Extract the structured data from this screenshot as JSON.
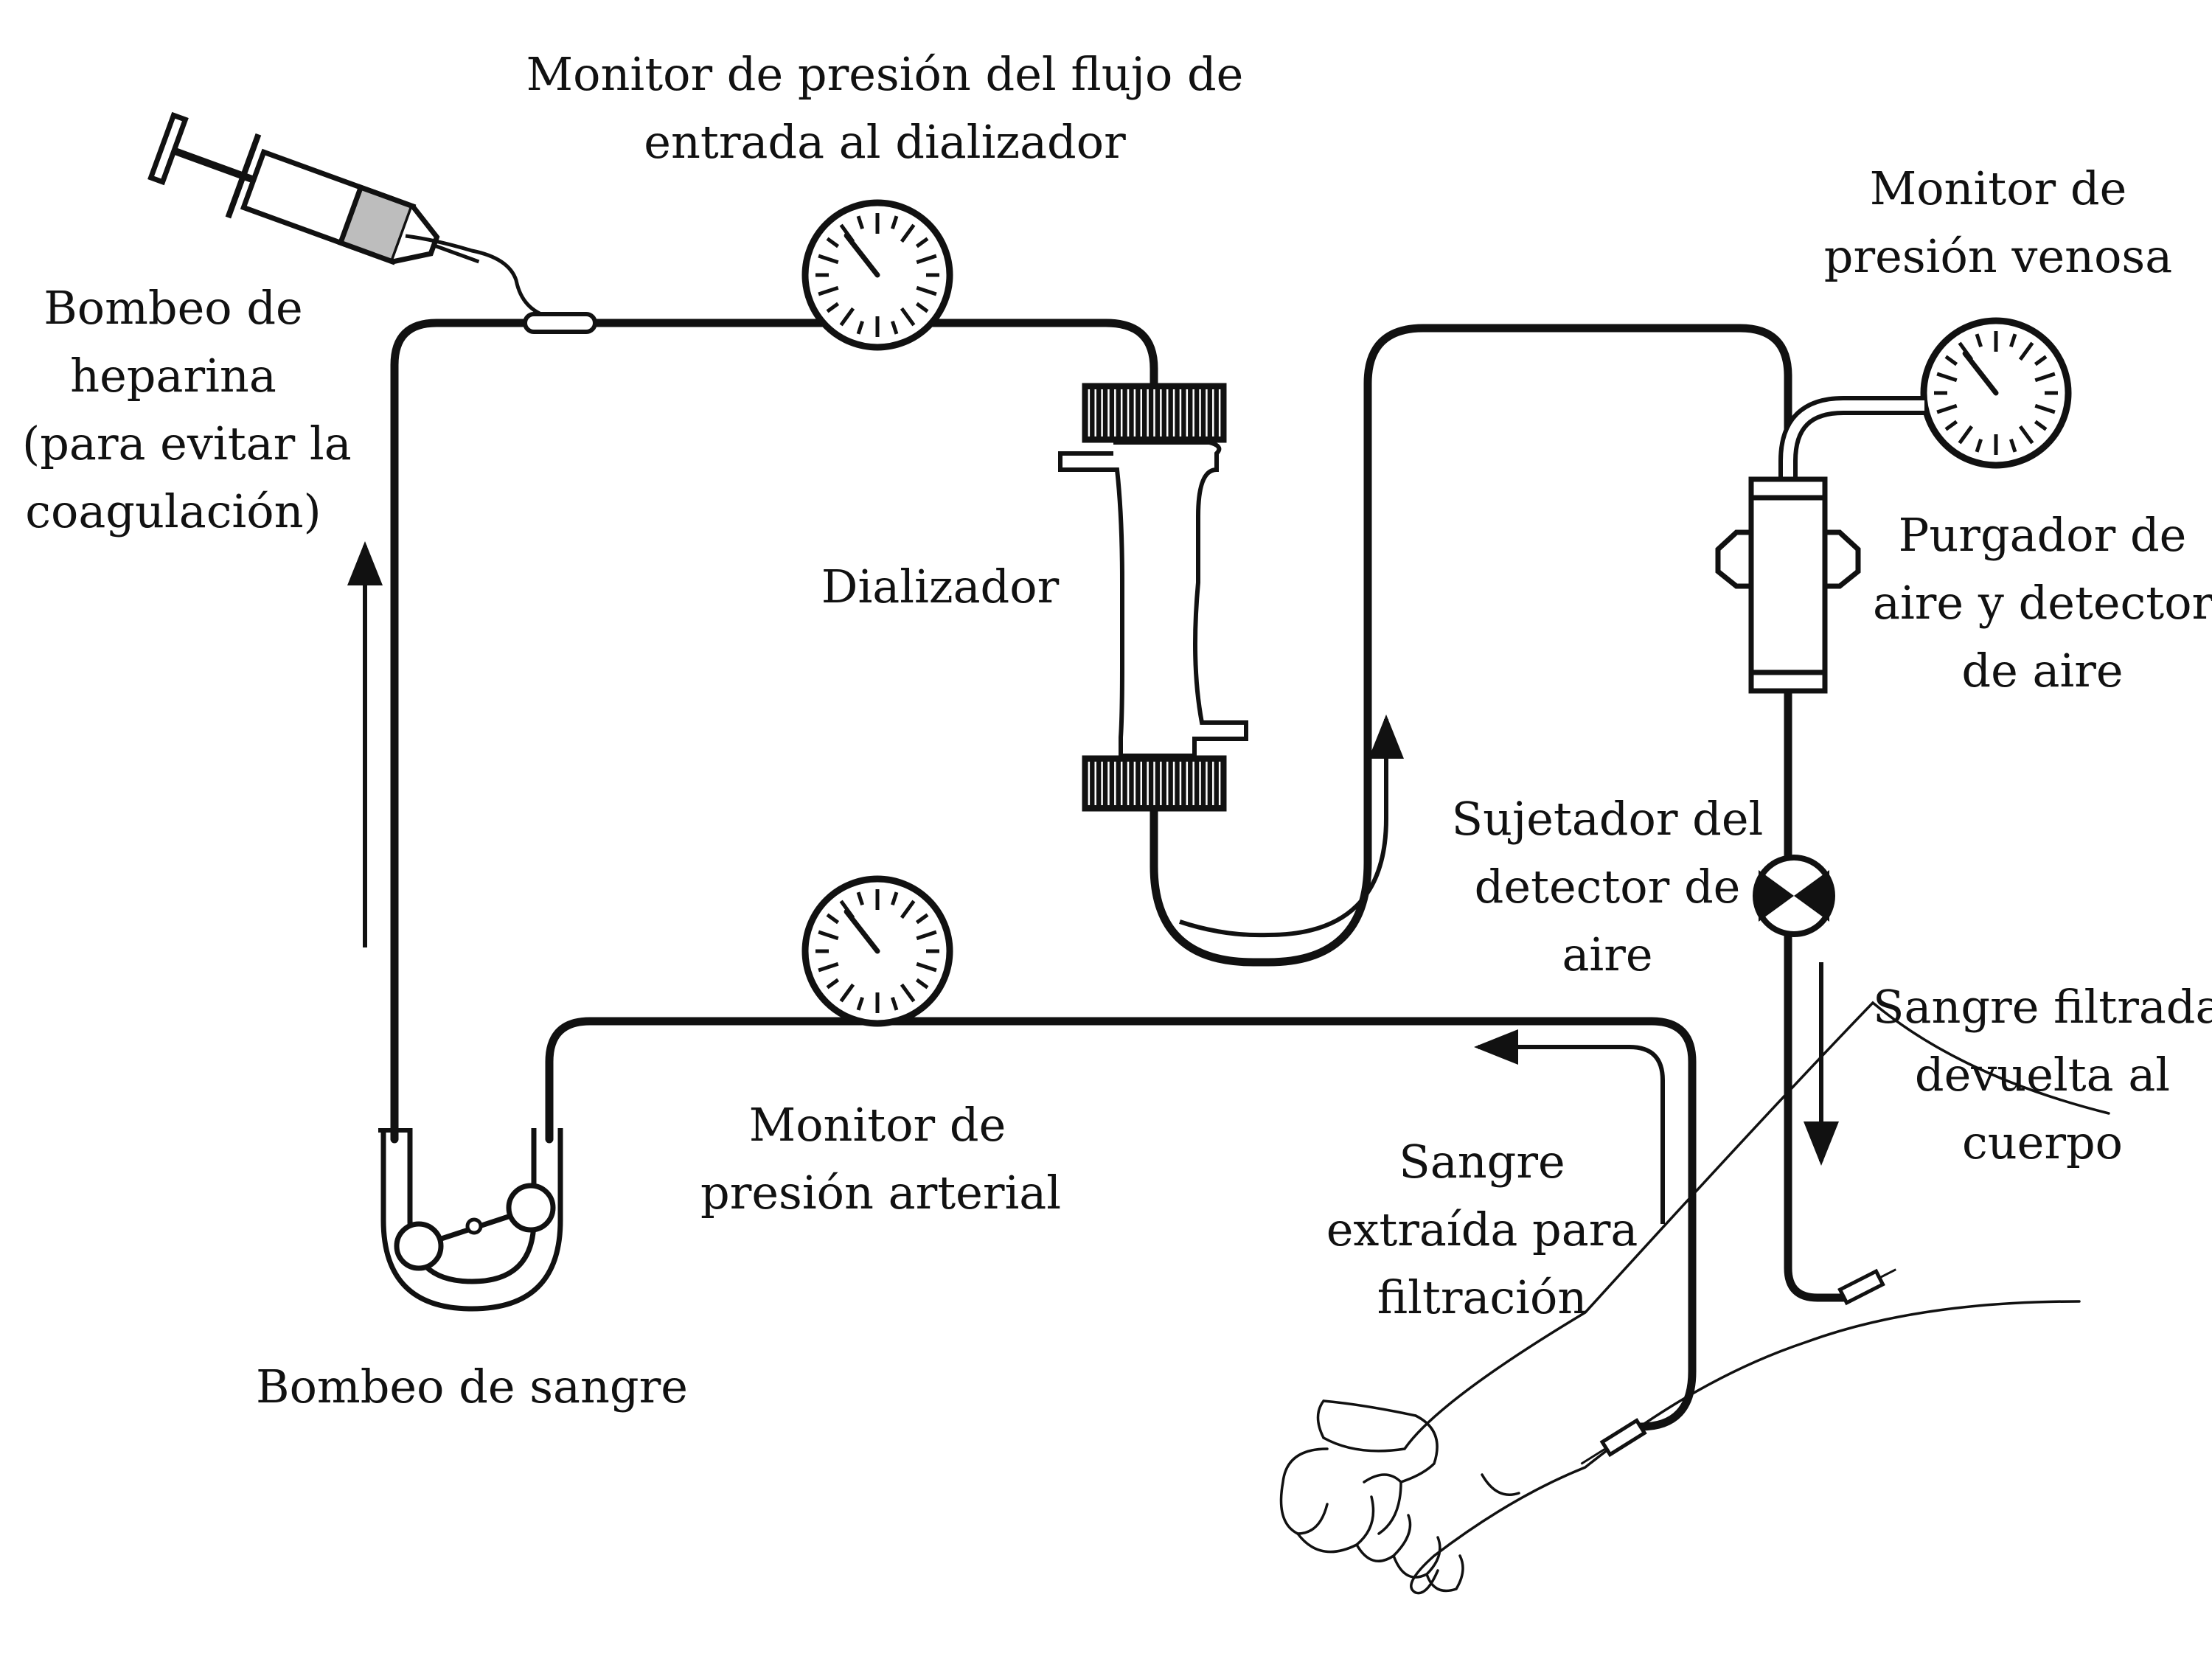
{
  "labels": {
    "heparin_pump": [
      "Bombeo de",
      "heparina",
      "(para evitar la",
      "coagulación)"
    ],
    "inflow_monitor": [
      "Monitor de presión del flujo de",
      "entrada al dializador"
    ],
    "venous_monitor": [
      "Monitor de",
      "presión venosa"
    ],
    "dialyzer": "Dializador",
    "air_trap": [
      "Purgador de",
      "aire y detector",
      "de aire"
    ],
    "air_clamp": [
      "Sujetador del",
      "detector de",
      "aire"
    ],
    "filtered_blood": [
      "Sangre filtrada",
      "devuelta al",
      "cuerpo"
    ],
    "arterial_monitor": [
      "Monitor de",
      "presión arterial"
    ],
    "drawn_blood": [
      "Sangre",
      "extraída para",
      "filtración"
    ],
    "blood_pump": "Bombeo de sangre"
  },
  "colors": {
    "ink": "#111111",
    "syringe_fill": "#bdbdbd",
    "background": "#ffffff"
  }
}
